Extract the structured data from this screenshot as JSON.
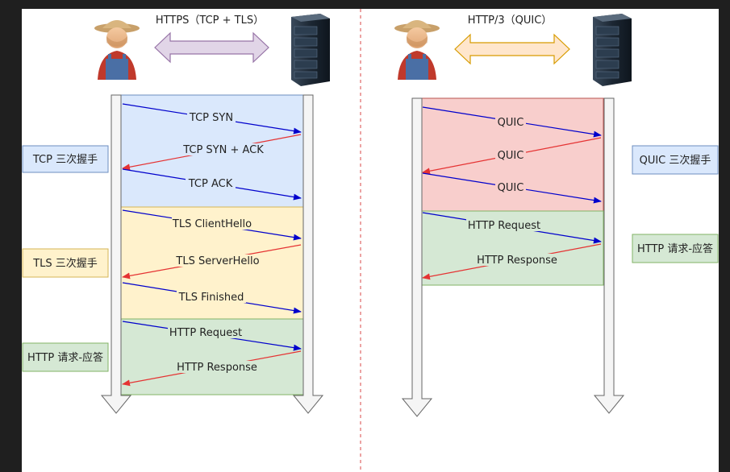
{
  "left": {
    "protocol_label": "HTTPS（TCP + TLS）",
    "arrow_color": "#e1d5e7",
    "arrow_stroke": "#9673a6",
    "phases": [
      {
        "key": "tcp",
        "label": "TCP 三次握手",
        "fill": "#dae8fc",
        "stroke": "#6c8ebf"
      },
      {
        "key": "tls",
        "label": "TLS 三次握手",
        "fill": "#fff2cc",
        "stroke": "#d6b656"
      },
      {
        "key": "http",
        "label": "HTTP 请求-应答",
        "fill": "#d5e8d4",
        "stroke": "#82b366"
      }
    ],
    "messages": [
      {
        "text": "TCP SYN",
        "dir": "right",
        "color": "#0000cc"
      },
      {
        "text": "TCP SYN + ACK",
        "dir": "left",
        "color": "#e53333"
      },
      {
        "text": "TCP ACK",
        "dir": "right",
        "color": "#0000cc"
      },
      {
        "text": "TLS ClientHello",
        "dir": "right",
        "color": "#0000cc"
      },
      {
        "text": "TLS ServerHello",
        "dir": "left",
        "color": "#e53333"
      },
      {
        "text": "TLS Finished",
        "dir": "right",
        "color": "#0000cc"
      },
      {
        "text": "HTTP Request",
        "dir": "right",
        "color": "#0000cc"
      },
      {
        "text": "HTTP Response",
        "dir": "left",
        "color": "#e53333"
      }
    ]
  },
  "right": {
    "protocol_label": "HTTP/3（QUIC）",
    "arrow_color": "#ffe6cc",
    "arrow_stroke": "#d79b00",
    "phases": [
      {
        "key": "quic",
        "label": "QUIC 三次握手",
        "fill": "#dae8fc",
        "stroke": "#6c8ebf",
        "box_fill": "#f8cecc"
      },
      {
        "key": "http",
        "label": "HTTP 请求-应答",
        "fill": "#d5e8d4",
        "stroke": "#82b366",
        "box_fill": "#d5e8d4"
      }
    ],
    "messages": [
      {
        "text": "QUIC",
        "dir": "right",
        "color": "#0000cc"
      },
      {
        "text": "QUIC",
        "dir": "left",
        "color": "#e53333"
      },
      {
        "text": "QUIC",
        "dir": "right",
        "color": "#0000cc"
      },
      {
        "text": "HTTP Request",
        "dir": "right",
        "color": "#0000cc"
      },
      {
        "text": "HTTP Response",
        "dir": "left",
        "color": "#e53333"
      }
    ]
  },
  "icons": {
    "client": "farmer-icon",
    "server": "server-rack-icon"
  },
  "divider_color": "#e06666"
}
